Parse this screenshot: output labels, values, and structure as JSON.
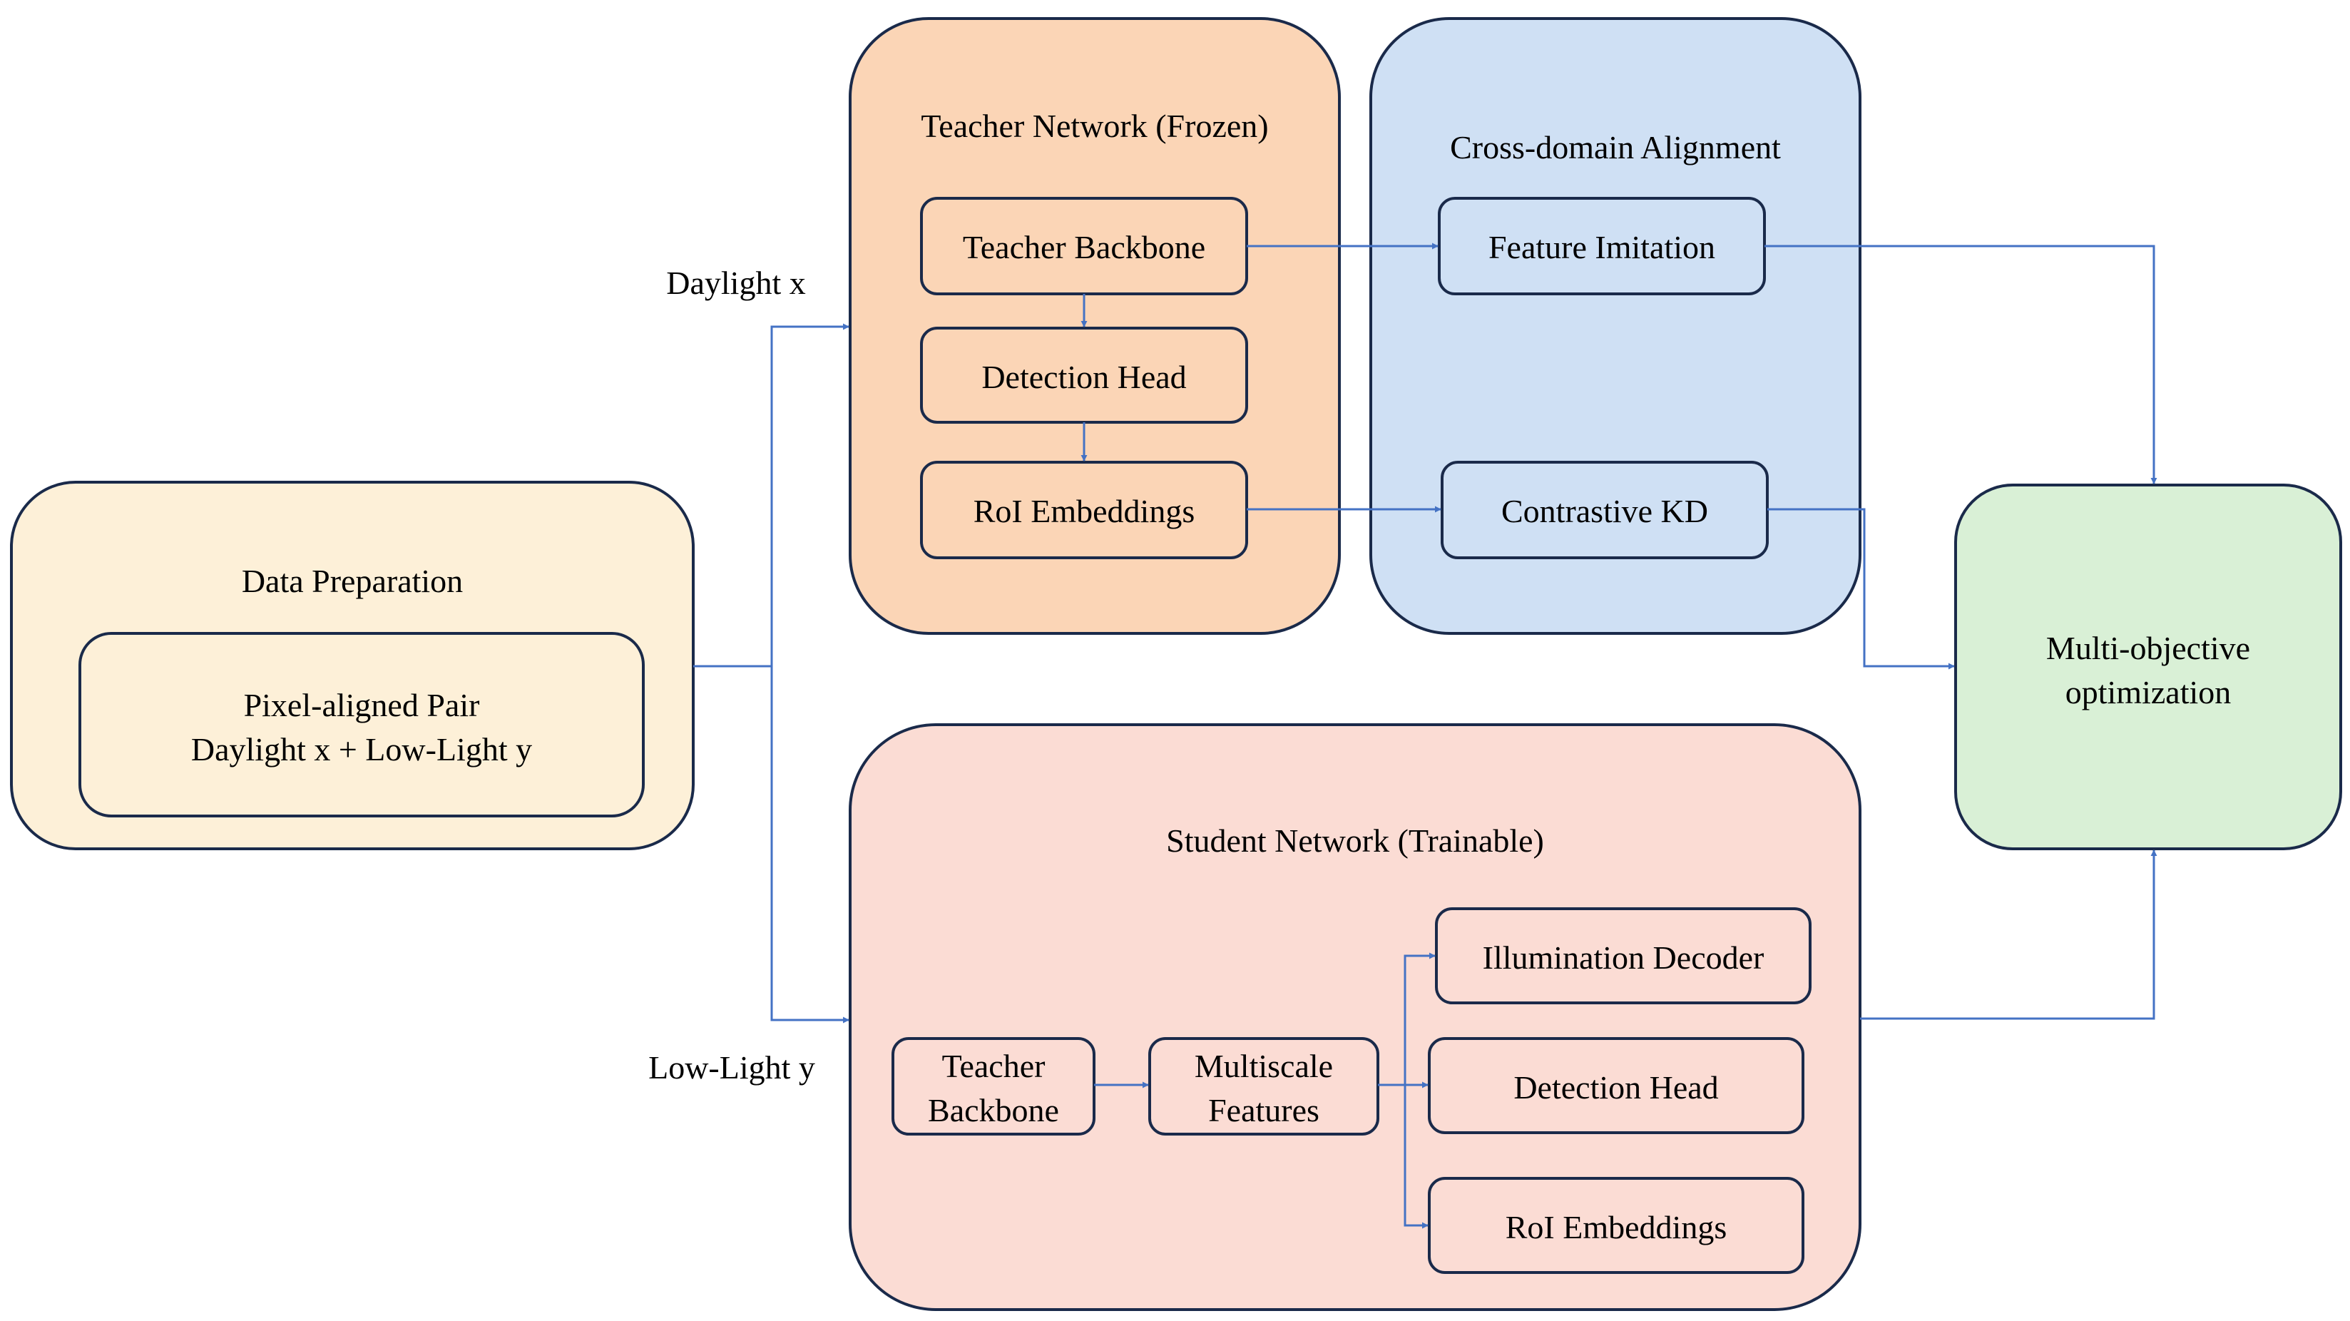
{
  "colors": {
    "data_prep": "#fdf0d8",
    "teacher": "#fbd5b6",
    "alignment": "#cfe0f4",
    "student": "#fbdcd4",
    "optimization": "#d9f0d6",
    "border": "#1a2a4a",
    "arrow": "#4472c4"
  },
  "data_preparation": {
    "title": "Data Preparation",
    "pair_line1": "Pixel-aligned Pair",
    "pair_line2": "Daylight x + Low-Light y"
  },
  "inputs": {
    "daylight": "Daylight x",
    "lowlight": "Low-Light y"
  },
  "teacher": {
    "title": "Teacher Network (Frozen)",
    "backbone": "Teacher Backbone",
    "detection_head": "Detection Head",
    "roi_embeddings": "RoI Embeddings"
  },
  "alignment": {
    "title": "Cross-domain Alignment",
    "feature_imitation": "Feature Imitation",
    "contrastive_kd": "Contrastive KD"
  },
  "optimization": {
    "line1": "Multi-objective",
    "line2": "optimization"
  },
  "student": {
    "title": "Student Network (Trainable)",
    "backbone_line1": "Teacher",
    "backbone_line2": "Backbone",
    "multiscale_line1": "Multiscale",
    "multiscale_line2": "Features",
    "illumination_decoder": "Illumination Decoder",
    "detection_head": "Detection Head",
    "roi_embeddings": "RoI Embeddings"
  }
}
